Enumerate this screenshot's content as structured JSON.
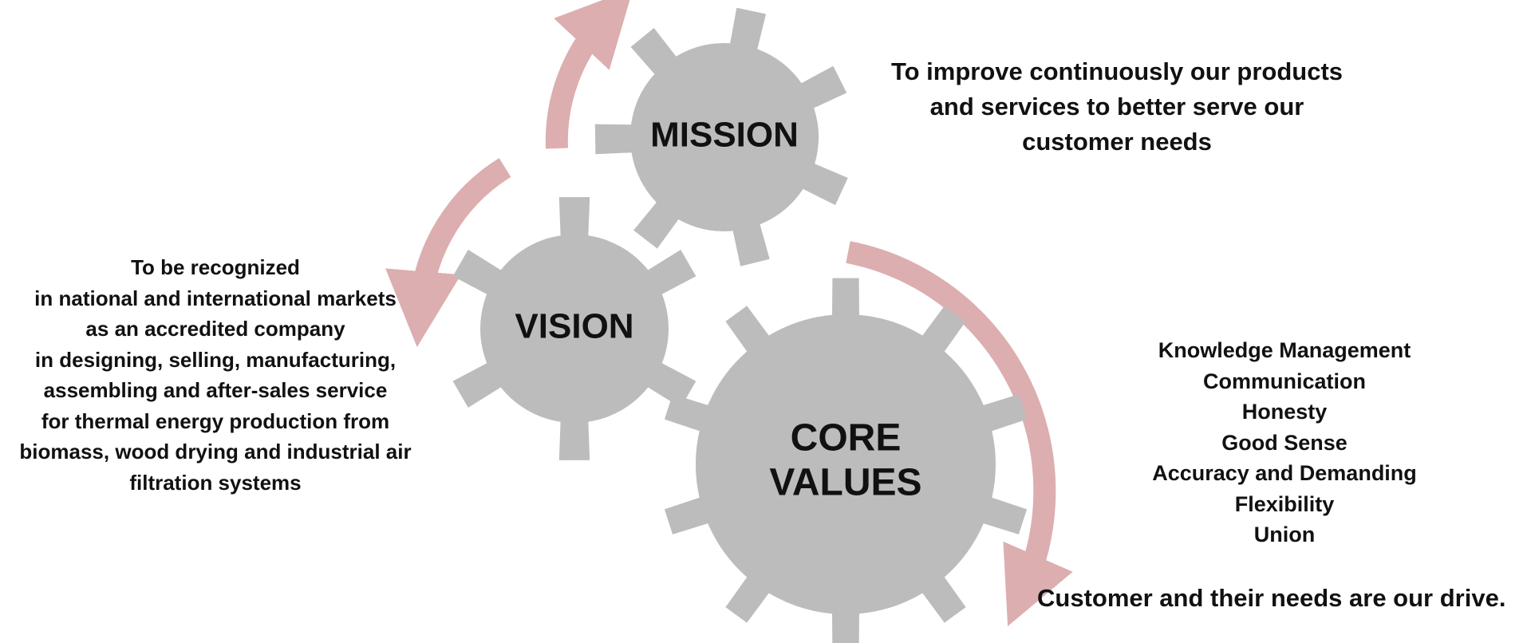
{
  "colors": {
    "gear": "#bcbcbc",
    "arrow": "#dcaeb0",
    "text": "#111111"
  },
  "gears": {
    "mission": {
      "label_lines": [
        "MISSION"
      ]
    },
    "vision": {
      "label_lines": [
        "VISION"
      ]
    },
    "core_values": {
      "label_lines": [
        "CORE",
        "VALUES"
      ]
    }
  },
  "mission_statement": [
    "To improve continuously our products",
    "and services to better serve our",
    "customer needs"
  ],
  "vision_statement": [
    "To be recognized",
    "in national and international markets",
    "as an accredited company",
    "in designing, selling, manufacturing,",
    "assembling and after-sales service",
    "for thermal energy production from",
    "biomass, wood drying and industrial air",
    "filtration systems"
  ],
  "core_values": [
    "Knowledge Management",
    "Communication",
    "Honesty",
    "Good Sense",
    "Accuracy and Demanding",
    "Flexibility",
    "Union"
  ],
  "drive_statement": "Customer and their needs are our drive."
}
